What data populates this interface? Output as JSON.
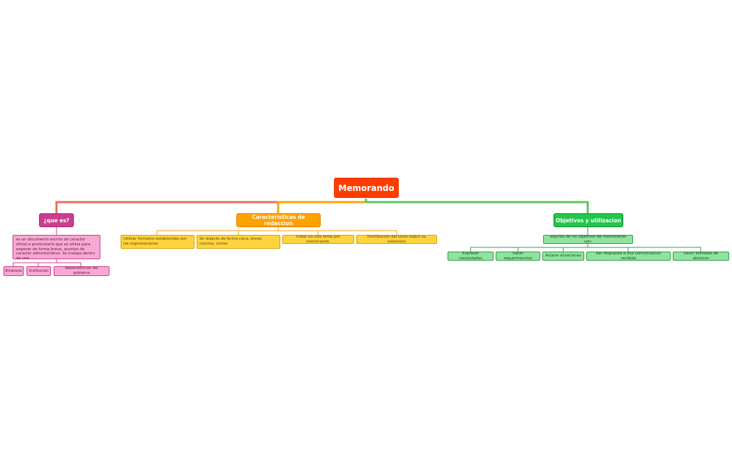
{
  "root": {
    "label": "Memorando"
  },
  "colors": {
    "pink": "#cc3d8f",
    "orange": "#ffa100",
    "green": "#22c64a",
    "root": "#ff3d00",
    "root_link": "#ef6c5a"
  },
  "branches": [
    {
      "label": "¿que es?",
      "children": [
        {
          "label": "es un documento escrito de caracter oficial o protocolario que se utiliza para exponer de forma breve, asuntos de caracter administrativo. Se trabaja dentro de una:",
          "children": [
            "Empresa",
            "Institucion",
            "dependencias del gobierno"
          ]
        }
      ]
    },
    {
      "label": "Caracteristicas de redaccion",
      "children": [
        "Utilizar formatos establecidos por las organizaciones",
        "Se redacta de forma clara, breve, concisa, cortes",
        "tratar un solo tema por memorando.",
        "Distribucion del texto segun su extension"
      ]
    },
    {
      "label": "Objetivos y utilizacion",
      "children": [
        {
          "label": "algunos de los objetivos del memorando son:",
          "children": [
            "Expresar necesidades",
            "hacer requerimientos",
            "Aclarar situaciones",
            "dar respuesta a una comunicacion recibida",
            "hacer llamados de atencion"
          ]
        }
      ]
    }
  ]
}
